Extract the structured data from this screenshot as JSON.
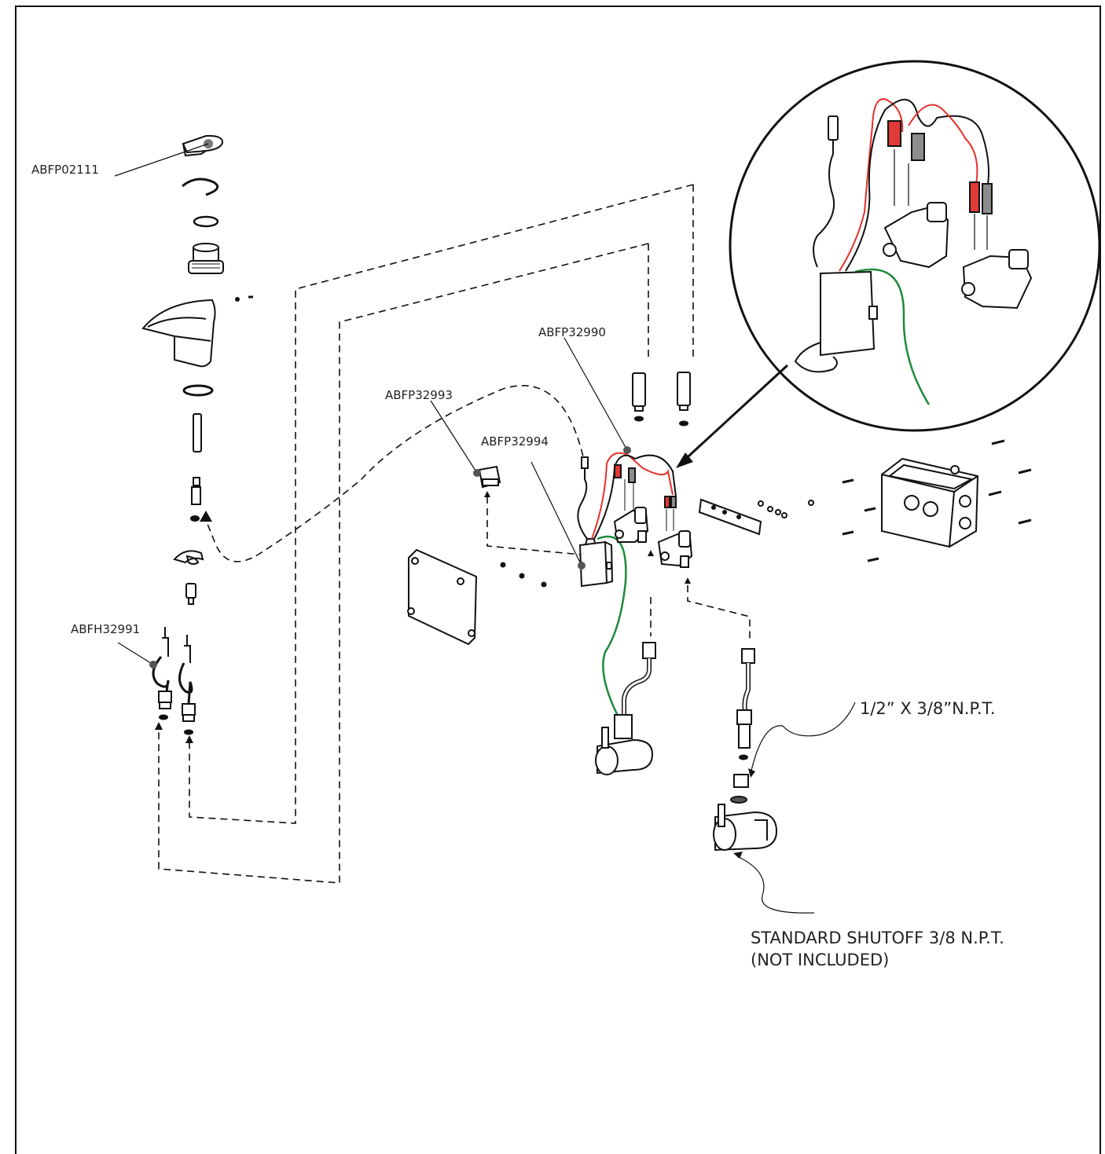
{
  "diagram": {
    "part_labels": {
      "abfp02111": "ABFP02111",
      "abfp32990": "ABFP32990",
      "abfp32993": "ABFP32993",
      "abfp32994": "ABFP32994",
      "abfh32991": "ABFH32991"
    },
    "notes": {
      "adapter": "1/2” X 3/8”N.P.T.",
      "shutoff_line1": "STANDARD SHUTOFF 3/8 N.P.T.",
      "shutoff_line2": "(NOT INCLUDED)"
    },
    "colors": {
      "line": "#111111",
      "wire_red": "#e8302a",
      "wire_green": "#1f8a3a",
      "connector_red": "#e03a36",
      "connector_gray": "#8c8c8c"
    }
  }
}
